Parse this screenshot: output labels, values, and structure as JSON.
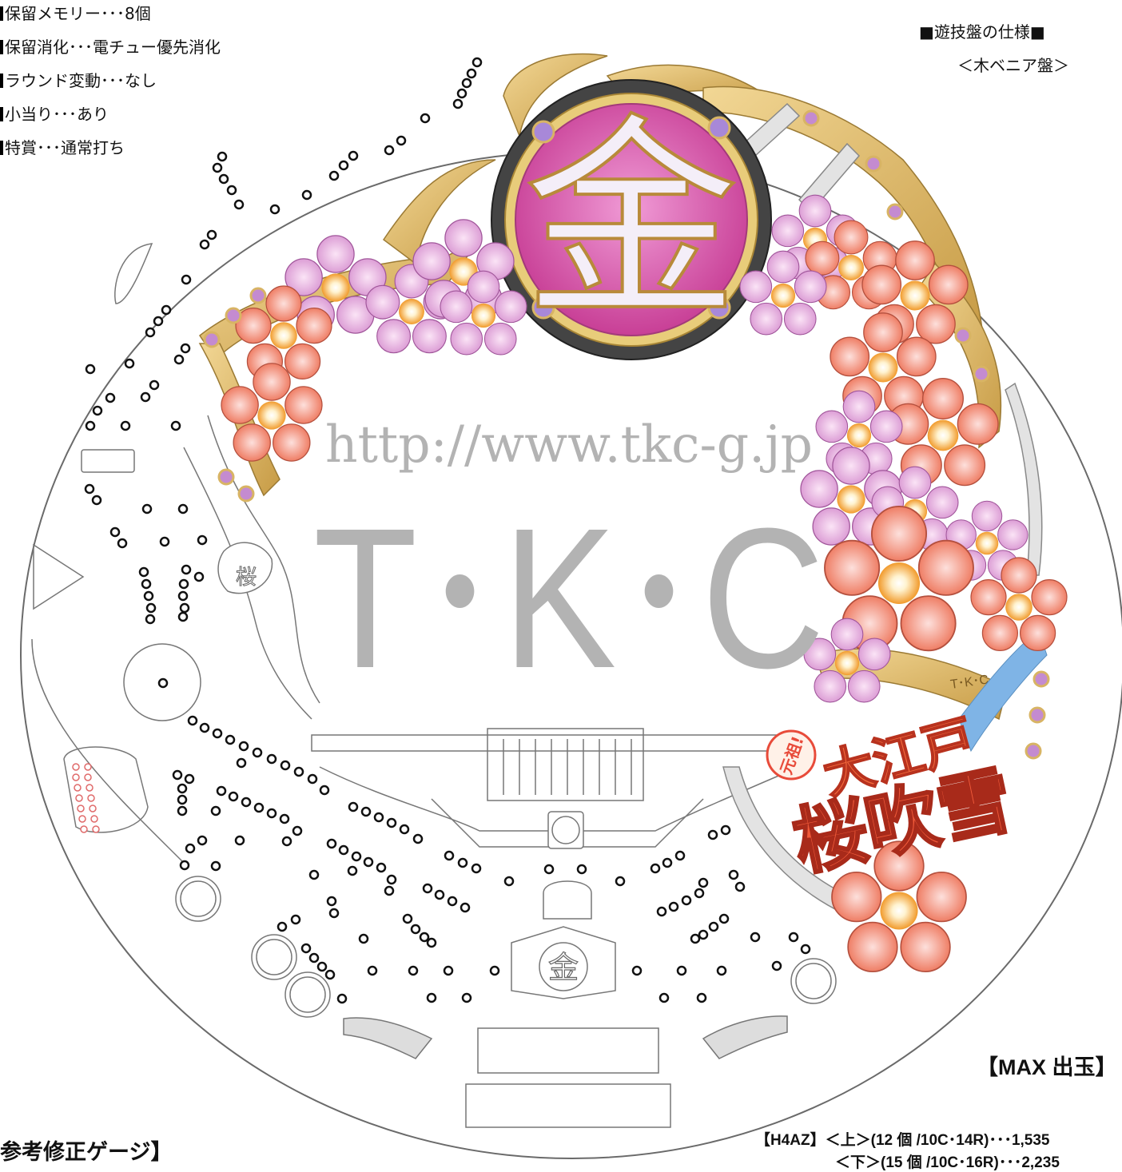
{
  "specs": [
    "保留メモリー･･･8個",
    "保留消化･･･電チュー優先消化",
    "ラウンド変動･･･なし",
    "小当り･･･あり",
    "特賞･･･通常打ち"
  ],
  "board_spec_title": "■遊技盤の仕様■",
  "board_type": "＜木ベニア盤＞",
  "watermark_url": "http://www.tkc-g.jp",
  "watermark_logo": "T･K･C",
  "center_emblem": "金",
  "banner_text": "T･K･C",
  "sign_badge": "元祖!",
  "sign_title_top": "大江戸",
  "sign_title_bottom": "桜吹雪",
  "left_emblem": "桜",
  "bottom_emblem": "金",
  "max_payout_label": "【MAX 出玉】",
  "gauge_label": "参考修正ゲージ】",
  "payout_lines": [
    "【H4AZ】＜上＞(12 個 /10C･14R)･･･1,535",
    "＜下＞(15 個 /10C･16R)･･･2,235"
  ],
  "colors": {
    "outline": "#6a6a6a",
    "gold": "#d9b45c",
    "emblem_pink": "#d855a8",
    "blossom_pink": "#e9b6e3",
    "blossom_red": "#ef7a5a",
    "blossom_center": "#f5a93b",
    "watermark": "#b3b3b3",
    "sign_red": "#e84b3a"
  }
}
